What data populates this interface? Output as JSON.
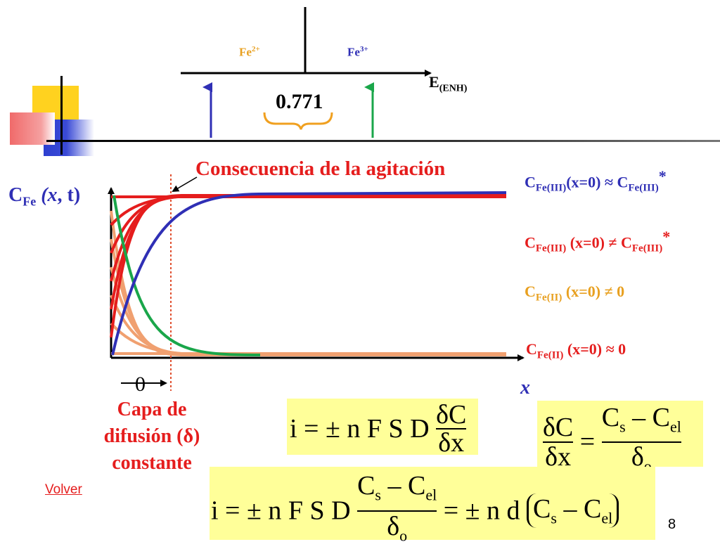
{
  "colors": {
    "red": "#e51d1d",
    "blue": "#2f2fb5",
    "green": "#1aa64a",
    "orange": "#f0a070",
    "orange_text": "#e8a020",
    "yellow_box": "#ffff99",
    "deco_yellow": "#ffd21f",
    "deco_red": "#f08080",
    "deco_blue": "#3344cc"
  },
  "potential_axis": {
    "fe2_base": "Fe",
    "fe2_sup": "2+",
    "fe3_base": "Fe",
    "fe3_sup": "3+",
    "axis_label_base": "E",
    "axis_label_sub": "(ENH)",
    "value": "0.771"
  },
  "plot": {
    "ylabel_base": "C",
    "ylabel_sub": "Fe",
    "ylabel_args": " (x, t)",
    "xlabel": "x",
    "origin_label": "0",
    "annotation": "Consecuencia de la agitación",
    "layer_label_line1": "Capa de",
    "layer_label_line2": "difusión (δ)",
    "layer_label_line3": "constante"
  },
  "curve_labels": [
    {
      "c": "C",
      "sub": "Fe(III)",
      "mid": "(x=0) ≈ C",
      "sub2": "Fe(III)",
      "sup": "*",
      "color": "blue"
    },
    {
      "c": "C",
      "sub": "Fe(III)",
      "mid": " (x=0) ≠ C",
      "sub2": "Fe(III)",
      "sup": "*",
      "color": "red"
    },
    {
      "c": "C",
      "sub": "Fe(II)",
      "mid": " (x=0) ≠ 0",
      "color": "orange"
    },
    {
      "c": "C",
      "sub": "Fe(II)",
      "mid": " (x=0) ≈ 0",
      "color": "red"
    }
  ],
  "equations": {
    "eq1_prefix": "i = ± n F S D",
    "eq1_num": "δC",
    "eq1_den": "δx",
    "eq2_lhs_num": "δC",
    "eq2_lhs_den": "δx",
    "eq2_eq": "=",
    "eq2_rhs_num": "C",
    "eq2_rhs_num_s": "s",
    "eq2_rhs_num_minus": " – C",
    "eq2_rhs_num_el": "el",
    "eq2_rhs_den": "δ",
    "eq2_rhs_den_o": "o",
    "eq3_prefix": "i = ± n F S D",
    "eq3_num": "C",
    "eq3_num_s": "s",
    "eq3_num_minus": " – C",
    "eq3_num_el": "el",
    "eq3_den": "δ",
    "eq3_den_o": "o",
    "eq3_mid": " = ± n d ",
    "eq3_paren_c": "C",
    "eq3_paren_s": "s",
    "eq3_paren_minus": " – C",
    "eq3_paren_el": "el"
  },
  "nav": {
    "back_link": "Volver",
    "page_number": "8"
  }
}
